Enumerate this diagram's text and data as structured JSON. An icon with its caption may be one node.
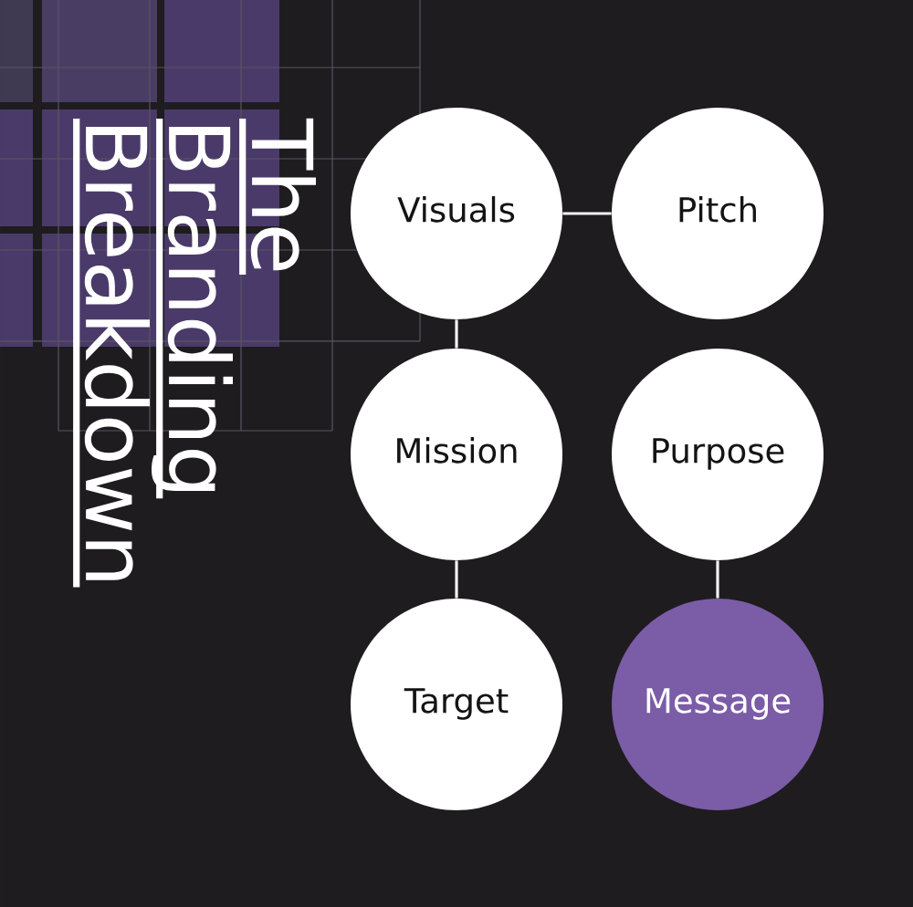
{
  "diagram": {
    "title": "The Branding Breakdown",
    "nodes": [
      {
        "text": [
          "Visuals"
        ]
      },
      {
        "text": [
          "Pitch"
        ]
      },
      {
        "text": [
          "Mission"
        ]
      },
      {
        "text": [
          "Purpose"
        ]
      },
      {
        "text": [
          "Target"
        ]
      },
      {
        "text": [
          "Message"
        ]
      }
    ],
    "edges": [
      {
        "from": 0,
        "to": 1,
        "arrow": "none"
      },
      {
        "from": 0,
        "to": 2,
        "arrow": "none"
      },
      {
        "from": 2,
        "to": 4,
        "arrow": "none"
      },
      {
        "from": 3,
        "to": 5,
        "arrow": "none"
      }
    ]
  }
}
